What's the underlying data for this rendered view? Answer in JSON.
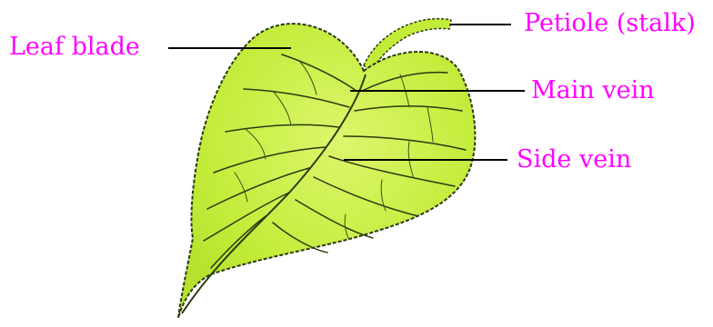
{
  "labels": {
    "leaf_blade": "Leaf blade",
    "petiole": "Petiole (stalk)",
    "main_vein": "Main vein",
    "side_vein": "Side vein"
  },
  "colors": {
    "label_text": "#ff00ff",
    "leaf_fill": "#c8ef3a",
    "leaf_fill_light": "#d9f56a",
    "vein_stroke": "#2a3a10",
    "leader_line": "#000000"
  }
}
